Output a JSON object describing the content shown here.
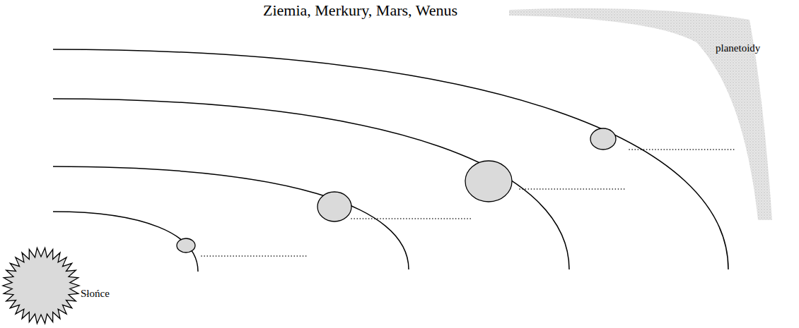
{
  "diagram": {
    "labels": [
      "Ziemia, Merkury, Mars, Wenus",
      "planetoidy",
      "Słońce"
    ]
  }
}
